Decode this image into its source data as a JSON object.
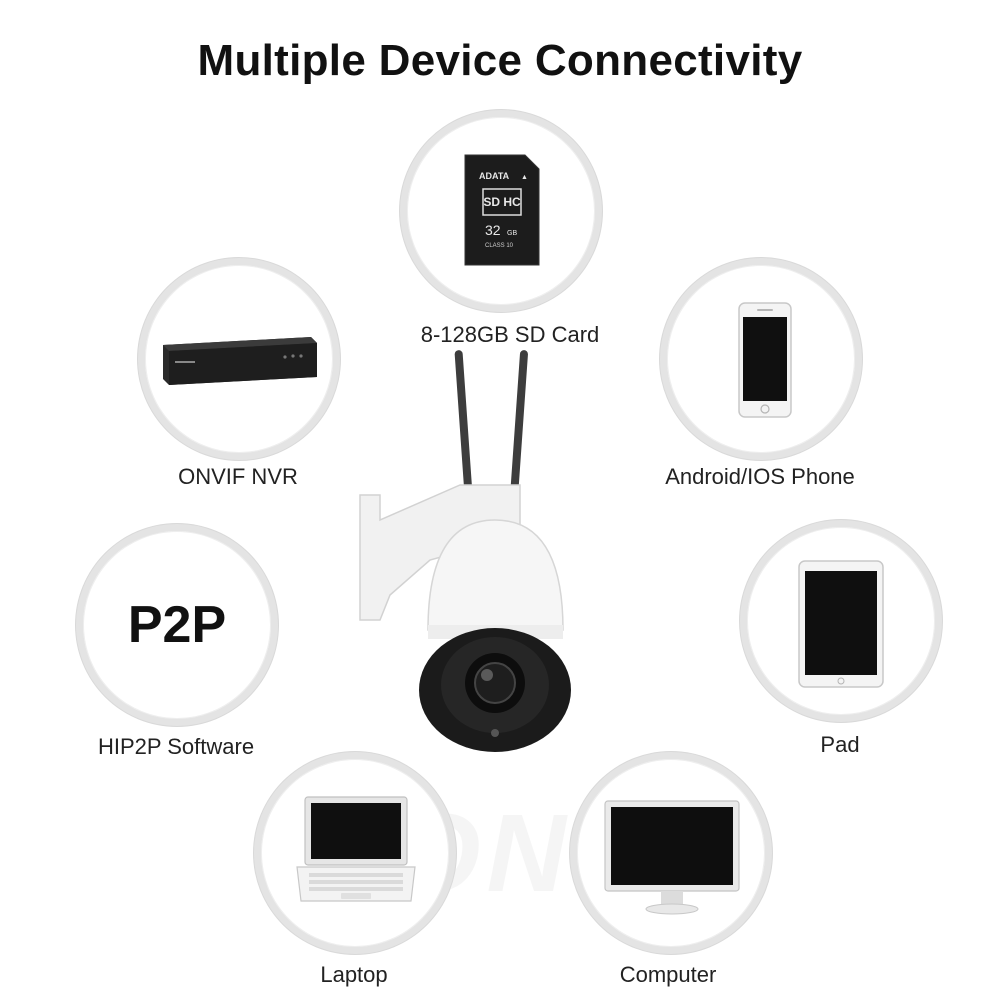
{
  "title": "Multiple Device Connectivity",
  "devices": [
    {
      "key": "sd_card",
      "label": "8-128GB SD Card",
      "icon": "sd-card-icon",
      "card_brand": "ADATA",
      "card_capacity": "32",
      "card_capacity_unit": "GB",
      "card_type": "SD HC",
      "card_class": "CLASS 10"
    },
    {
      "key": "nvr",
      "label": "ONVIF NVR",
      "icon": "nvr-icon"
    },
    {
      "key": "phone",
      "label": "Android/IOS Phone",
      "icon": "smartphone-icon"
    },
    {
      "key": "p2p",
      "label": "HIP2P Software",
      "icon": "p2p-text",
      "badge_text": "P2P"
    },
    {
      "key": "pad",
      "label": "Pad",
      "icon": "tablet-icon"
    },
    {
      "key": "laptop",
      "label": "Laptop",
      "icon": "laptop-icon"
    },
    {
      "key": "computer",
      "label": "Computer",
      "icon": "monitor-icon"
    }
  ],
  "watermark": "ONSD",
  "colors": {
    "ring": "#e4e4e4",
    "dark": "#1a1a1a",
    "text": "#222222"
  }
}
